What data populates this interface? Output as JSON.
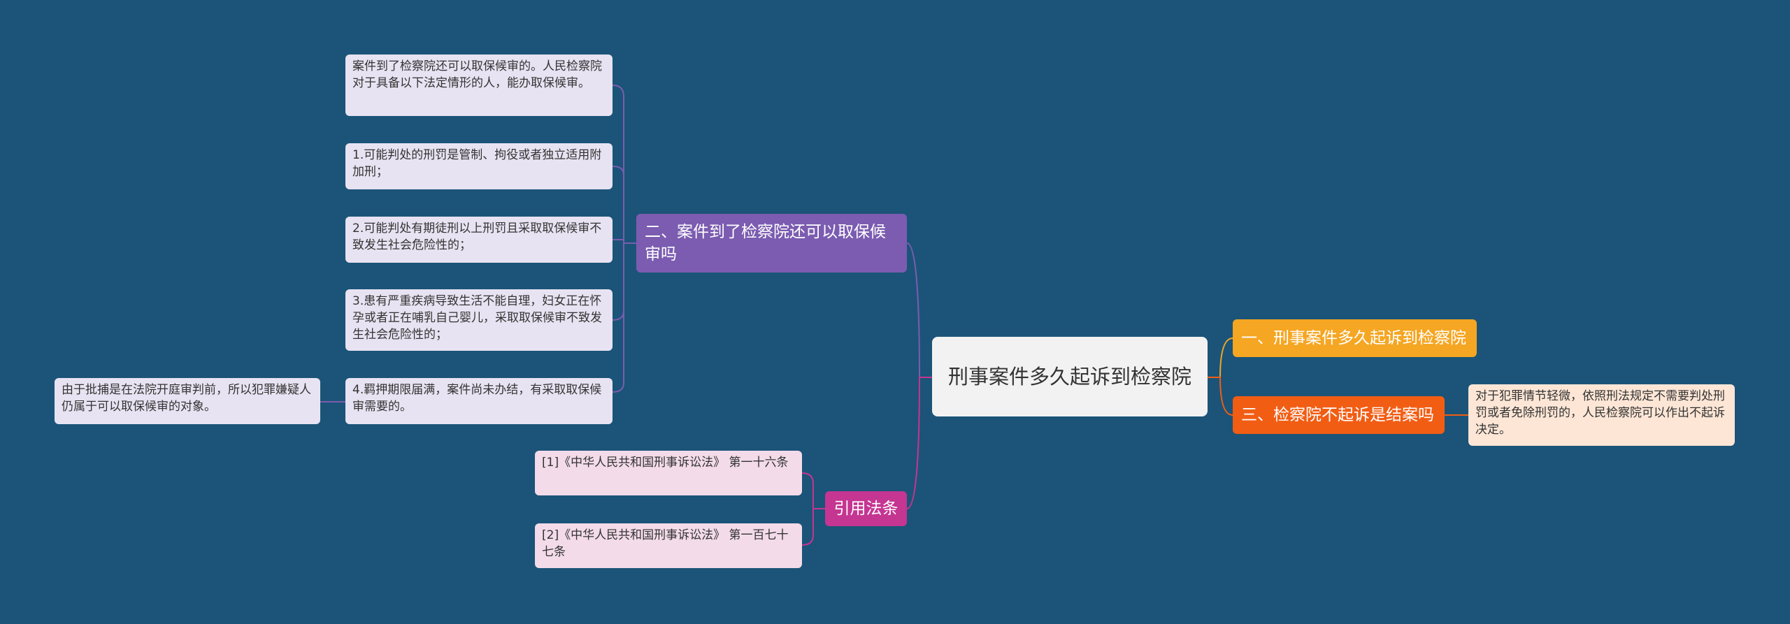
{
  "root": {
    "label": "刑事案件多久起诉到检察院"
  },
  "branches": {
    "left_top": {
      "label": "二、案件到了检察院还可以取保候审吗",
      "color": "#7b5cb0",
      "children": [
        "案件到了检察院还可以取保候审的。人民检察院对于具备以下法定情形的人，能办取保候审。",
        "1.可能判处的刑罚是管制、拘役或者独立适用附加刑；",
        "2.可能判处有期徒刑以上刑罚且采取取保候审不致发生社会危险性的；",
        "3.患有严重疾病导致生活不能自理，妇女正在怀孕或者正在哺乳自己婴儿，采取取保候审不致发生社会危险性的；",
        "4.羁押期限届满，案件尚未办结，有采取取保候审需要的。"
      ],
      "sub_child": "由于批捕是在法院开庭审判前，所以犯罪嫌疑人仍属于可以取保候审的对象。"
    },
    "left_bottom": {
      "label": "引用法条",
      "color": "#c53592",
      "children": [
        "[1]《中华人民共和国刑事诉讼法》 第一十六条",
        "[2]《中华人民共和国刑事诉讼法》 第一百七十七条"
      ]
    },
    "right_top": {
      "label": "一、刑事案件多久起诉到检察院",
      "color": "#f5a623"
    },
    "right_bottom": {
      "label": "三、检察院不起诉是结案吗",
      "color": "#f25d14",
      "child": "对于犯罪情节轻微，依照刑法规定不需要判处刑罚或者免除刑罚的，人民检察院可以作出不起诉决定。"
    }
  },
  "colors": {
    "background": "#1b5478",
    "root_bg": "#f2f2f2",
    "purple_leaf": "#e8e3f2",
    "pink_leaf": "#f3dbe9",
    "peach_leaf": "#fde6d6"
  }
}
